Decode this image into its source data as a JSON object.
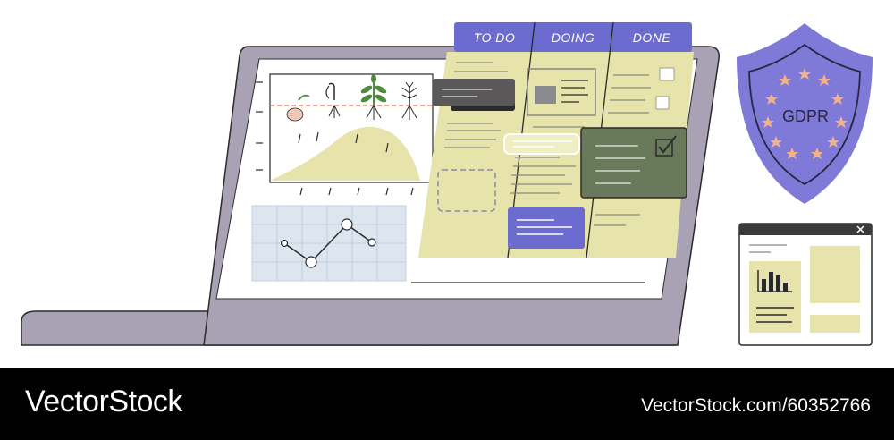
{
  "kanban": {
    "columns": [
      {
        "label": "TO DO"
      },
      {
        "label": "DOING"
      },
      {
        "label": "DONE"
      }
    ]
  },
  "badge": {
    "label": "GDPR"
  },
  "footer": {
    "brand": "VectorStock",
    "credit": "VectorStock.com/60352766"
  },
  "colors": {
    "accent": "#6b6bd0",
    "board": "#e6e4aa",
    "laptop": "#a8a2b4",
    "done_card": "#687a5a",
    "shield": "#7f7ad8",
    "star": "#f2b38a"
  },
  "icons": [
    "seed-icon",
    "sprout-icon",
    "plant-icon",
    "bare-plant-icon",
    "check-icon",
    "close-icon",
    "bar-chart-icon",
    "star-icon"
  ]
}
